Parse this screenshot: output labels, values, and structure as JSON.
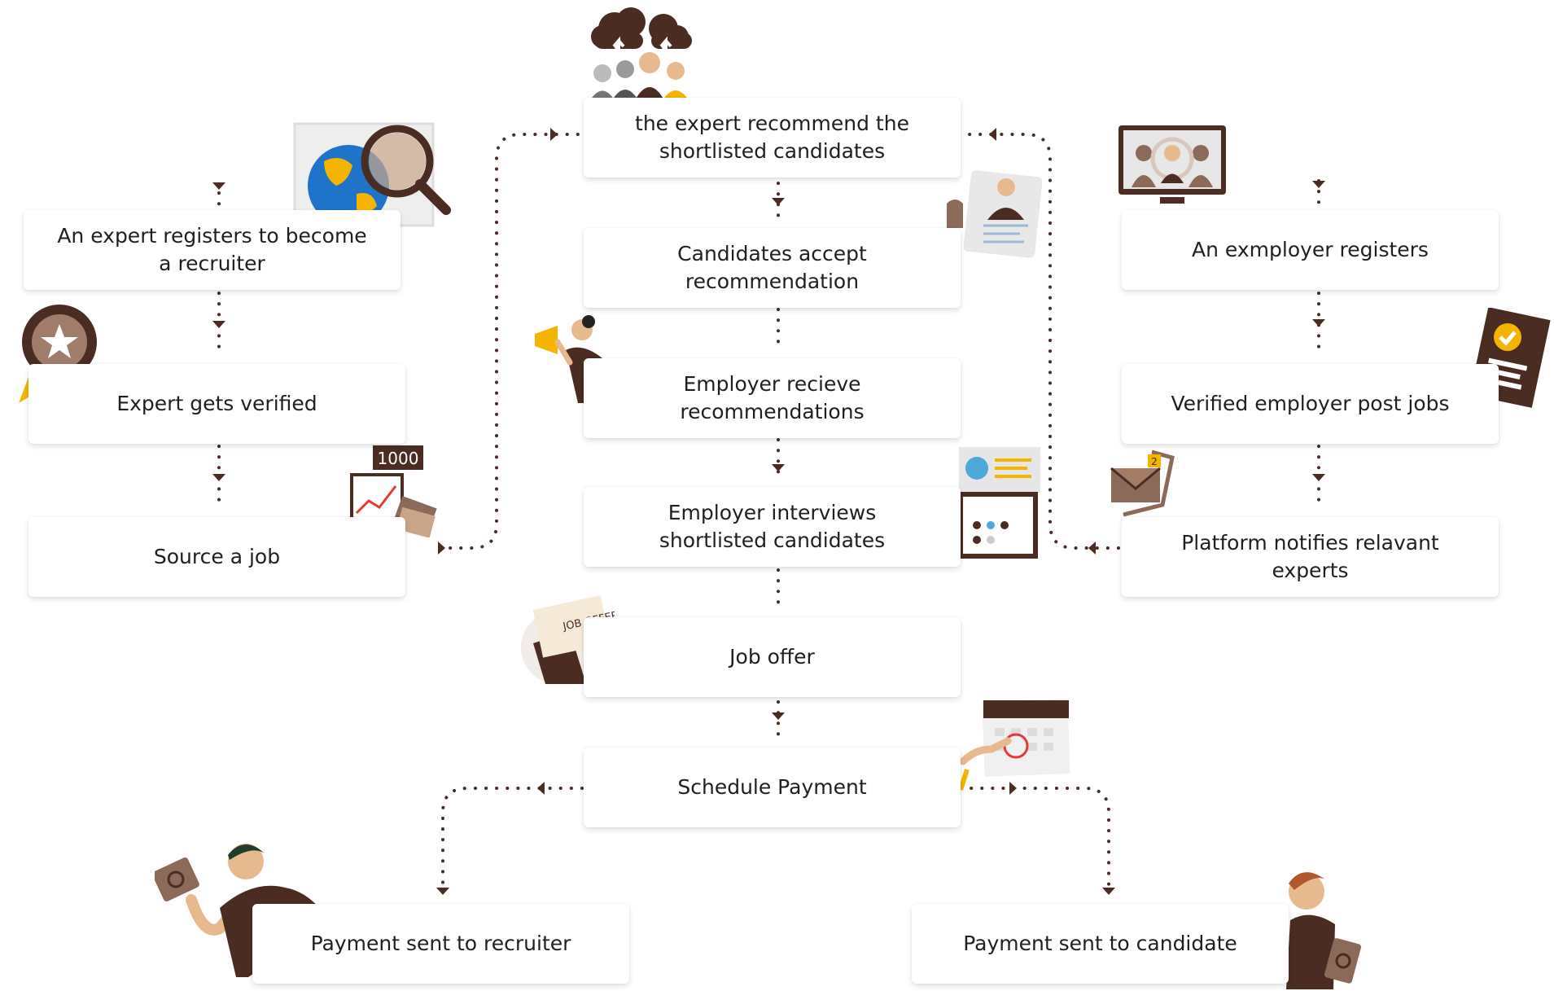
{
  "steps": {
    "expert_register": "An expert registers to become a recruiter",
    "expert_verified": "Expert gets verified",
    "source_job": "Source a job",
    "expert_recommend": "the expert recommend the shortlisted candidates",
    "candidates_accept": "Candidates accept recommendation",
    "employer_receive": "Employer recieve recommendations",
    "employer_interviews": "Employer interviews shortlisted candidates",
    "job_offer": "Job offer",
    "schedule_payment": "Schedule Payment",
    "employer_register": "An exmployer registers",
    "employer_post_jobs": "Verified employer post jobs",
    "platform_notifies": "Platform notifies relavant experts",
    "payment_recruiter": "Payment sent to recruiter",
    "payment_candidate": "Payment sent to candidate"
  },
  "icons": {
    "counter_label": "1000",
    "job_offer_label": "JOB OFFER",
    "badge_number": "2"
  },
  "colors": {
    "dark_brown": "#4a2c22",
    "mid_brown": "#8b6a5a",
    "accent_yellow": "#f4b400",
    "connector": "#4a2c22"
  }
}
